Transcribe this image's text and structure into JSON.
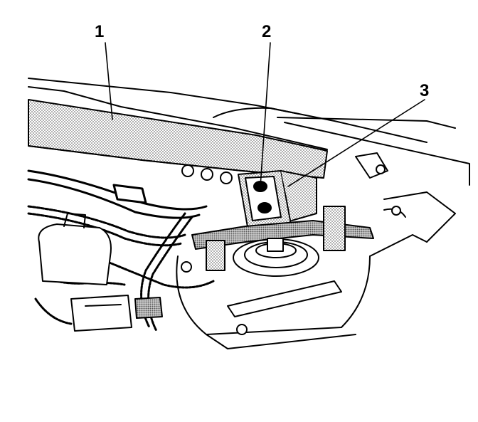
{
  "callouts": [
    {
      "id": "1",
      "label": "1"
    },
    {
      "id": "2",
      "label": "2"
    },
    {
      "id": "3",
      "label": "3"
    }
  ],
  "colors": {
    "line": "#000000",
    "shade": "#c8c8c8",
    "background": "#ffffff"
  }
}
